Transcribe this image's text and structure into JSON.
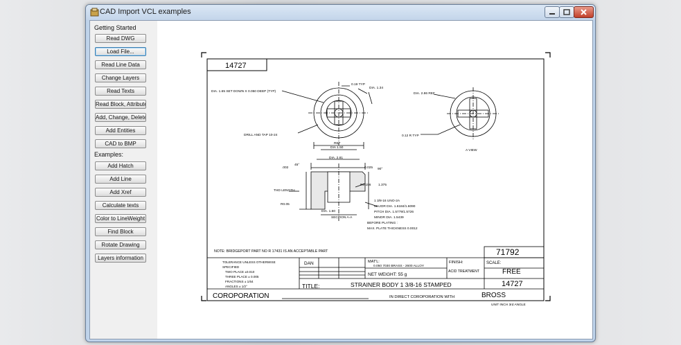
{
  "window": {
    "title": "CAD Import VCL examples"
  },
  "sidebar": {
    "section_getting_started": "Getting Started",
    "section_examples": "Examples:",
    "getting_started": [
      "Read DWG",
      "Load File...",
      "Read Line Data",
      "Change Layers",
      "Read Texts",
      "Read Block, Attributes",
      "Add, Change, Delete",
      "Add Entities",
      "CAD to BMP"
    ],
    "examples": [
      "Add Hatch",
      "Add Line",
      "Add Xref",
      "Calculate texts",
      "Color to LineWeight",
      "Find Block",
      "Rotate Drawing",
      "Layers information"
    ]
  },
  "drawing": {
    "corner_number": "14727",
    "notes": {
      "dia_165": "DIA. 1.65 SET DOWN X 0.050 DEEP (TYP)",
      "typ_019": "0.19 TYP",
      "dia_134": "DIA. 1.34",
      "drill_tap": "DRILL AND TAP 10-24",
      "ref": "REF",
      "dia_150": "DIA 1.50",
      "dia_286": "DIA. 2.86 REF",
      "r_typ": "0.12 R TYP",
      "a_view": "A VIEW",
      "dia_281": "DIA. 2.81",
      "d_002": ".002",
      "deg_45": "45°",
      "d_0025": "0.025",
      "deg_90": "90°",
      "thd_length": "THD LENGTH",
      "r0156": "R0.156",
      "d_1375": "1.375",
      "r005": "R0.05",
      "dia_160": "DIA. 1.60",
      "thread_1": "1 3/8-16 UNO-2A",
      "thread_2": "MAJOR DIA. 1.6184/1.6090",
      "thread_3": "PITCH DIA. 1.5779/1.5726",
      "thread_4": "MINOR DIA. 1.5439",
      "thread_5": "BEFORE PLATING :",
      "thread_6": "MAX. PLATE THICKNESS 0.0012",
      "section": "SECTION A-A",
      "note_line": "NOTE: BRIDGEPORT PART NO R 17431 IS AN ACCEPTABLE PART"
    },
    "title_block": {
      "part_number": "71792",
      "tol_1": "TOLERANCE UNLESS OTHERWISE",
      "tol_2": "SPECIFIED",
      "tol_3": "TWO PLACE ±0.010",
      "tol_4": "THREE PLACE ± 0.005",
      "tol_5": "FRACTIONS ± 1/64",
      "tol_6": "ANGLES ± 1/2°",
      "dan": "DAN",
      "matl_label": "MAT'L:",
      "matl_value": "0.050 7030 BRASS - 2600 ALLOY",
      "net_weight": "NET WEIGHT:  55  g",
      "finish_label": "FINISH:",
      "finish_value": "ACID TREATMENT",
      "scale_label": "SCALE:",
      "scale_value": "FREE",
      "drawing_number": "14727",
      "title_label": "TITLE:",
      "title_value": "STRAINER BODY 1 3/8-16 STAMPED",
      "company": "COROPORATION",
      "in_direct": "IN DIRECT COROPORATION WITH",
      "partner": "BROSS",
      "unit": "UNIT INCH  3rd  ANGLE"
    }
  }
}
